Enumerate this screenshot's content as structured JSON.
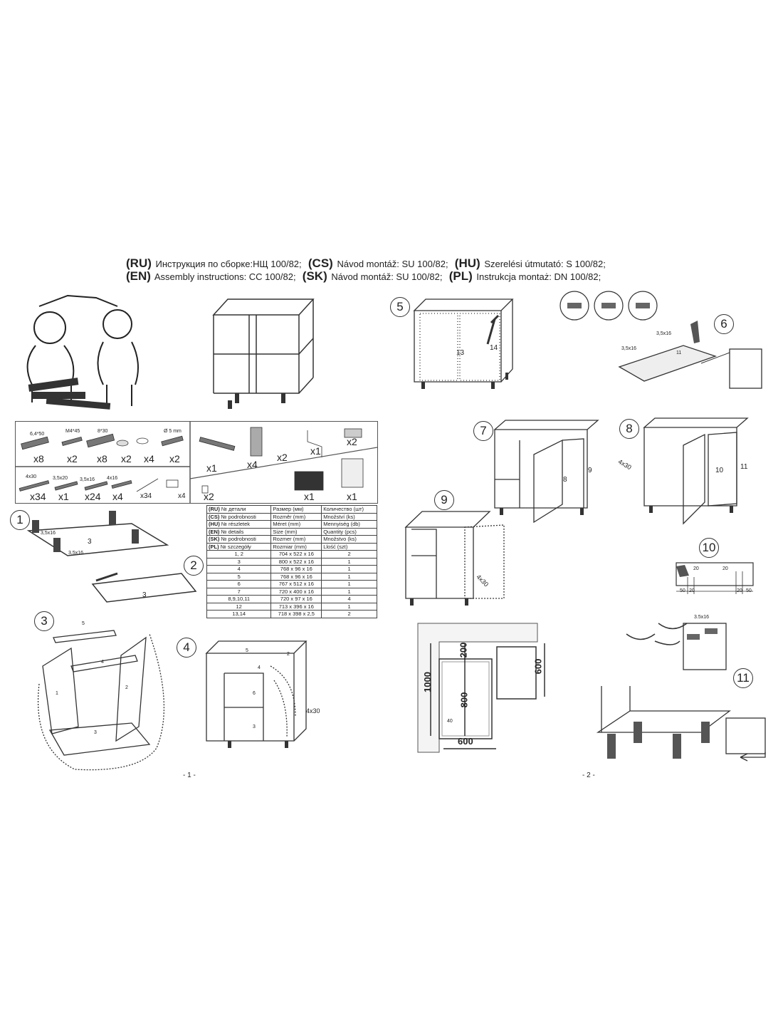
{
  "header": {
    "line1": [
      {
        "code": "(RU)",
        "text": "Инструкция по сборке:НЩ 100/82;"
      },
      {
        "code": "(CS)",
        "text": "Návod montáž: SU 100/82;"
      },
      {
        "code": "(HU)",
        "text": "Szerelési útmutató: S 100/82;"
      }
    ],
    "line2": [
      {
        "code": "(EN)",
        "text": "Assembly instructions: CC 100/82;"
      },
      {
        "code": "(SK)",
        "text": "Návod montáž: SU 100/82;"
      },
      {
        "code": "(PL)",
        "text": "Instrukcja montaż: DN 100/82;"
      }
    ]
  },
  "hardware": {
    "fittings": [
      {
        "label": "6,4*50",
        "qty": "x8"
      },
      {
        "label": "M4*45",
        "qty": "x2"
      },
      {
        "label": "8*30",
        "qty": "x8"
      },
      {
        "label": "",
        "qty": "x2"
      },
      {
        "label": "",
        "qty": "x4"
      },
      {
        "label": "Ø 5 mm",
        "qty": "x2"
      }
    ],
    "screws": [
      {
        "label": "4x30",
        "qty": "x34"
      },
      {
        "label": "3,5x20",
        "qty": "x1"
      },
      {
        "label": "3,5x16",
        "qty": "x24"
      },
      {
        "label": "4x16",
        "qty": "x4"
      },
      {
        "label": "",
        "qty": "x34"
      },
      {
        "label": "",
        "qty": "x4"
      }
    ],
    "accessories": [
      {
        "name": "handle",
        "qty": "x1"
      },
      {
        "name": "leg",
        "qty": "x4"
      },
      {
        "name": "clip",
        "qty": "x2"
      },
      {
        "name": "hex-key",
        "qty": "x1"
      },
      {
        "name": "plate",
        "qty": "x2"
      },
      {
        "name": "cap",
        "qty": "x2"
      },
      {
        "name": "hinge",
        "qty": "x1"
      },
      {
        "name": "corner-hinge",
        "qty": "x1"
      }
    ]
  },
  "parts_table": {
    "headers": [
      [
        "(RU)",
        "№ детали",
        "Размер  (мм)",
        "Количество (шт)"
      ],
      [
        "(CS)",
        "№ podrobnosti",
        "Rozměr (mm)",
        "Množství (ks)"
      ],
      [
        "(HU)",
        "№ részletek",
        "Méret (mm)",
        "Mennyiség (db)"
      ],
      [
        "(EN)",
        "№ details",
        "Size (mm)",
        "Quantity  (pcs)"
      ],
      [
        "(SK)",
        "№ podrobnosti",
        "Rozmer (mm)",
        "Množstvo (ks)"
      ],
      [
        "(PL)",
        "№ szczegóły",
        "Rozmiar (mm)",
        "Llość (szt)"
      ]
    ],
    "rows": [
      [
        "1, 2",
        "704 x 522 x 16",
        "2"
      ],
      [
        "3",
        "800 x 522 x 16",
        "1"
      ],
      [
        "4",
        "768 x 96 x 16",
        "1"
      ],
      [
        "5",
        "768 x 96 x 16",
        "1"
      ],
      [
        "6",
        "767 x 512 x 16",
        "1"
      ],
      [
        "7",
        "720 x 400 x 16",
        "1"
      ],
      [
        "8,9,10,11",
        "720 x 97 x 16",
        "4"
      ],
      [
        "12",
        "713 x 396 x 16",
        "1"
      ],
      [
        "13,14",
        "718 x 398 x 2,5",
        "2"
      ]
    ]
  },
  "steps": [
    "1",
    "2",
    "3",
    "4",
    "5",
    "6",
    "7",
    "8",
    "9",
    "10",
    "11"
  ],
  "labels": {
    "s1_screw_a": "3,5x16",
    "s1_screw_b": "3,5x16",
    "s1_part": "3",
    "s2_part": "3",
    "s3_p5": "5",
    "s3_p4": "4",
    "s3_p1": "1",
    "s3_p2": "2",
    "s3_p3": "3",
    "s4_p5": "5",
    "s4_p2": "2",
    "s4_p4": "4",
    "s4_p6": "6",
    "s4_p3": "3",
    "s4_screw": "4x30",
    "s5_p13": "13",
    "s5_p14": "14",
    "s6_screw_a": "3,5x16",
    "s6_screw_b": "3,5x16",
    "s6_part": "11",
    "s7_p8": "8",
    "s7_p9": "9",
    "s78_screw": "4x30",
    "s8_p10": "10",
    "s8_p11": "11",
    "s9_screw": "4x30",
    "s10_d1": "20",
    "s10_d2": "20",
    "s10_m1": "50",
    "s10_m2": "20",
    "s10_m3": "20",
    "s10_m4": "50",
    "s10_screw": "3.5x16"
  },
  "dimensions": {
    "height": "1000",
    "top": "200",
    "opening": "800",
    "side": "600",
    "width": "600",
    "offset": "40"
  },
  "page_numbers": [
    "- 1 -",
    "- 2 -"
  ]
}
